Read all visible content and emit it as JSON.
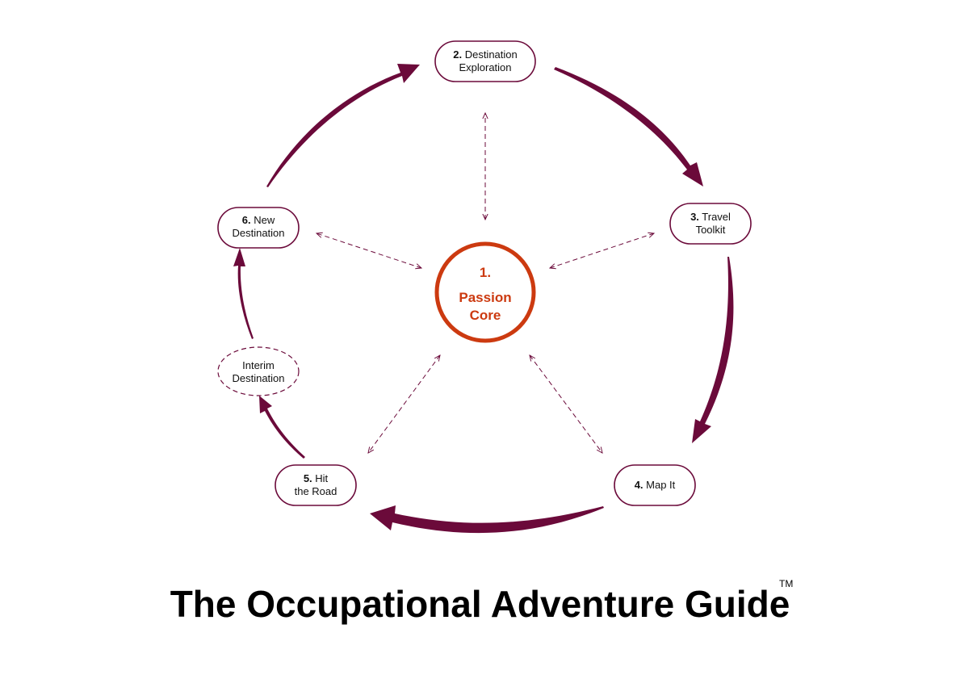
{
  "colors": {
    "primary": "#6b0a3a",
    "core": "#cc3a10",
    "text": "#111111",
    "background": "#ffffff"
  },
  "core": {
    "number": "1.",
    "line1": "Passion",
    "line2": "Core"
  },
  "nodes": {
    "n2": {
      "number": "2.",
      "line1": " Destination",
      "line2": "Exploration"
    },
    "n3": {
      "number": "3.",
      "line1": " Travel",
      "line2": "Toolkit"
    },
    "n4": {
      "number": "4.",
      "line1": " Map It",
      "line2": ""
    },
    "n5": {
      "number": "5.",
      "line1": " Hit",
      "line2": "the Road"
    },
    "n6": {
      "number": "6.",
      "line1": " New",
      "line2": "Destination"
    },
    "interim": {
      "line1": "Interim",
      "line2": "Destination"
    }
  },
  "title": "The Occupational Adventure Guide",
  "trademark": "TM"
}
